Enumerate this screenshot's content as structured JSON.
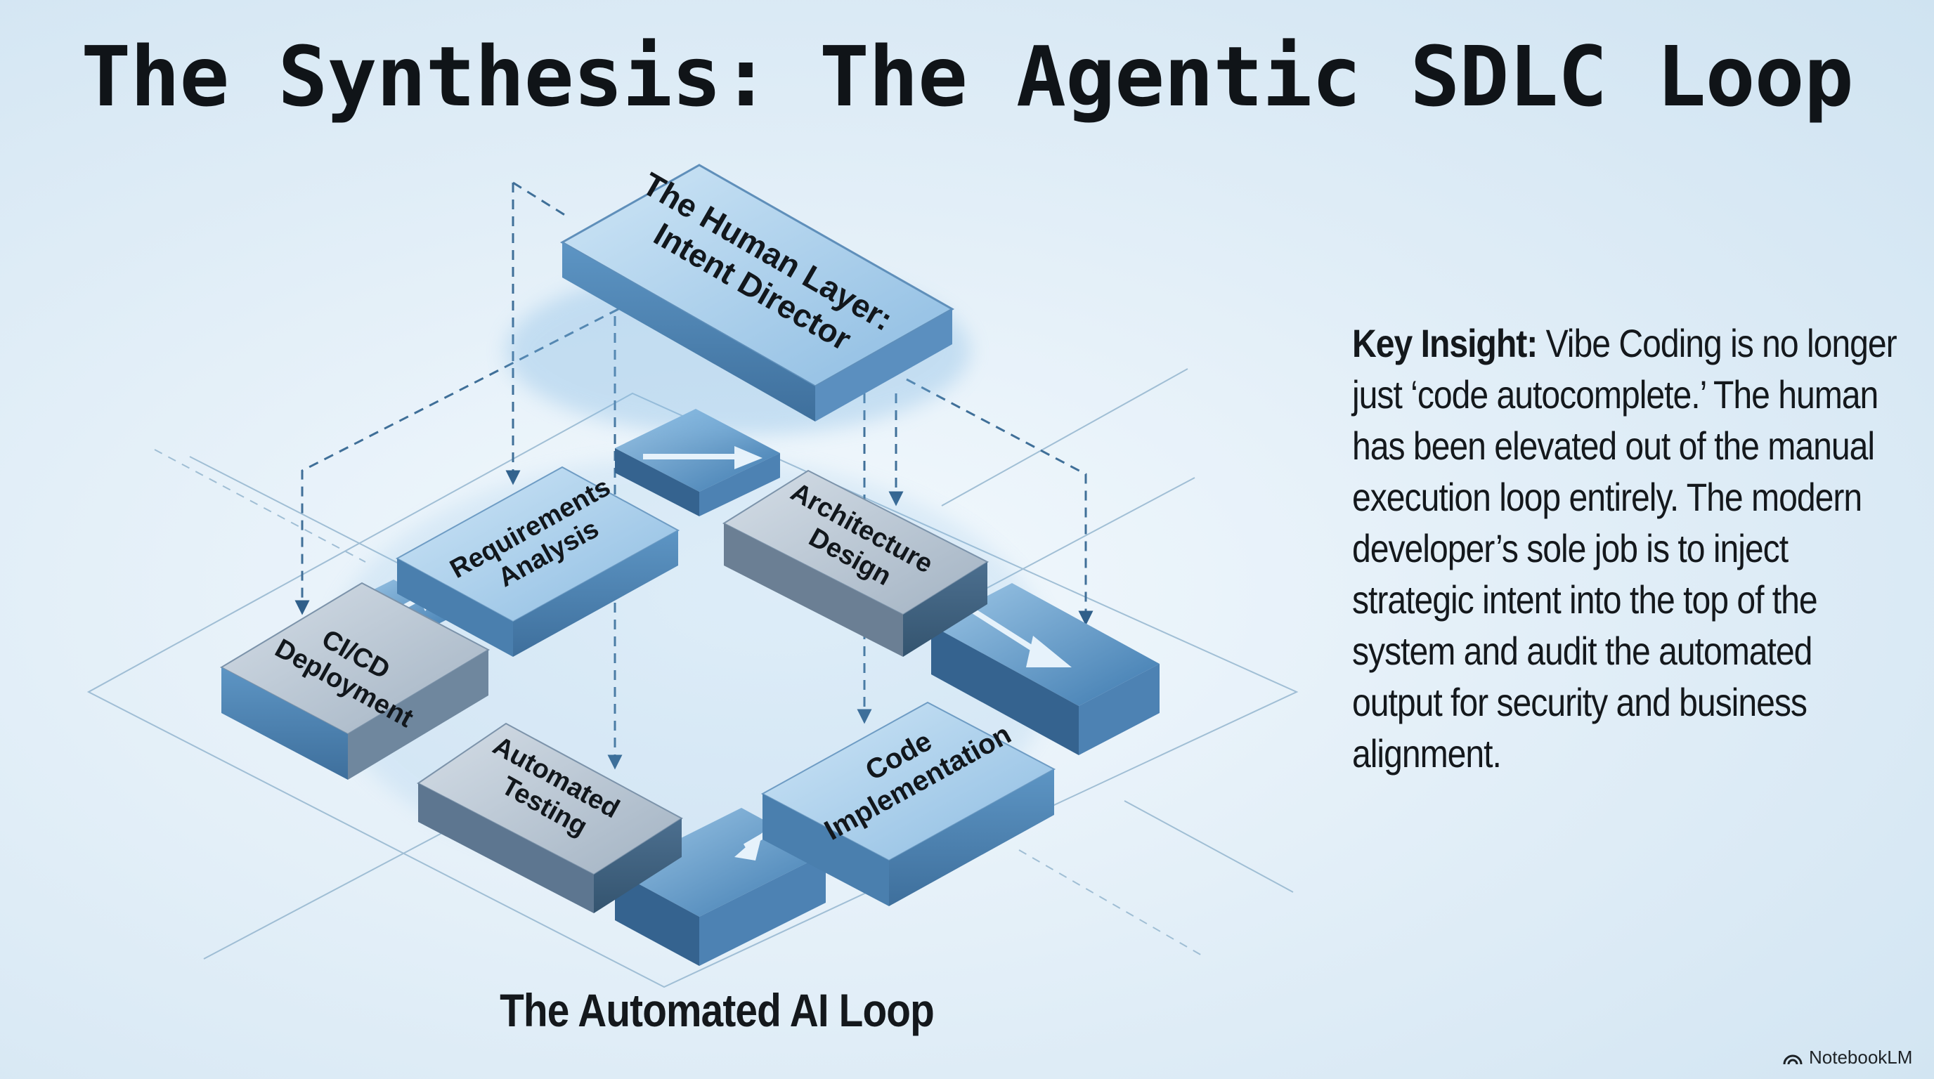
{
  "title": "The Synthesis: The Agentic SDLC Loop",
  "diagram": {
    "human_layer": [
      "The Human Layer:",
      "Intent Director"
    ],
    "stages": {
      "requirements": [
        "Requirements",
        "Analysis"
      ],
      "architecture": [
        "Architecture",
        "Design"
      ],
      "code": [
        "Code",
        "Implementation"
      ],
      "testing": [
        "Automated",
        "Testing"
      ],
      "cicd": [
        "CI/CD",
        "Deployment"
      ]
    },
    "caption": "The Automated AI Loop"
  },
  "insight": {
    "heading": "Key Insight:",
    "body": "Vibe Coding is no longer just ‘code autocomplete.’ The human has been elevated out of the manual execution loop entirely. The modern developer’s sole job is to inject strategic intent into the top of the system and audit the automated output for security and business alignment."
  },
  "brand": {
    "name": "NotebookLM",
    "icon": "notebooklm-logo-icon"
  },
  "colors": {
    "box_blue": "#7aaed8",
    "box_dark": "#4d7aa3",
    "box_gray": "#9db0c4",
    "text": "#12171c"
  }
}
